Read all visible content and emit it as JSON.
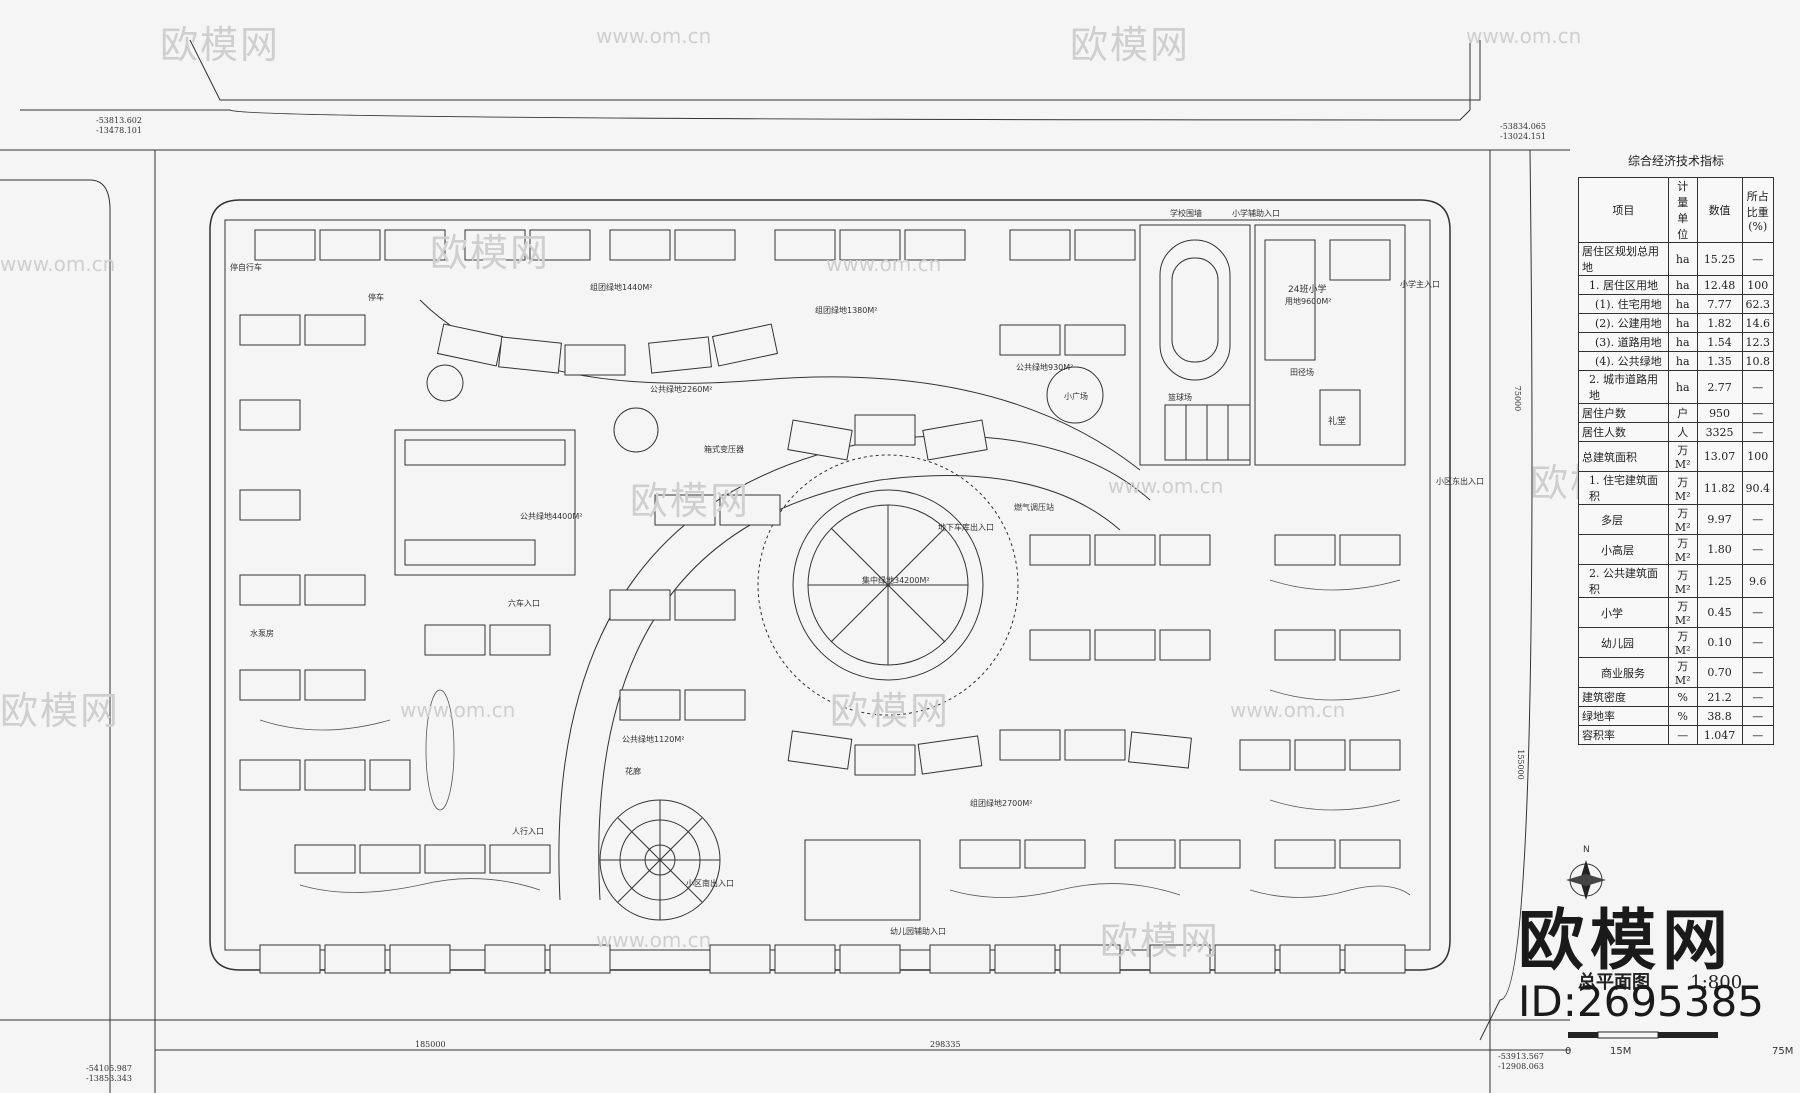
{
  "watermark": {
    "brand": "欧模网",
    "url": "www.om.cn"
  },
  "coordinates": {
    "top_left": [
      "-53813.602",
      "-13478.101"
    ],
    "top_right": [
      "-53834.065",
      "-13024.151"
    ],
    "bottom_left": [
      "-54105.987",
      "-13853.343"
    ],
    "bottom_right": [
      "-53913.567",
      "-12908.063"
    ]
  },
  "dimensions": {
    "bottom_left": "185000",
    "bottom_right": "298335",
    "right_side": "155000",
    "right_side_top": "75000"
  },
  "labels": {
    "school_runway": "学校围墙",
    "primary_school_entrance": "小学辅助入口",
    "primary_school": "24班小学",
    "primary_school_area": "用地9600M²",
    "auditorium": "礼堂",
    "sports_ground": "田径场",
    "basketball": "篮球场",
    "small_square": "小广场",
    "group_green_1": "组团绿地1440M²",
    "group_green_2": "组团绿地1380M²",
    "group_green_3": "组团绿地2700M²",
    "public_green_1": "公共绿地2260M²",
    "public_green_2": "公共绿地930M²",
    "public_green_3": "公共绿地1120M²",
    "public_green_4": "公共绿地4400M²",
    "central_green": "集中绿地34200M²",
    "underground_entrance": "地下车库出入口",
    "east_entrance": "小区东出入口",
    "south_entrance": "小区南出入口",
    "west_entrance": "六车入口",
    "pedestrian_entrance": "人行入口",
    "kindergarten_entrance": "幼儿园辅助入口",
    "parking": "停车",
    "bike_parking": "停自行车",
    "pump_room": "水泵房",
    "transformer": "箱式变压器",
    "gas": "燃气调压站",
    "corridor": "花廊",
    "primary_entrance": "小学主入口"
  },
  "indicator": {
    "title": "综合经济技术指标",
    "headers": [
      "项目",
      "计量单位",
      "数值",
      "所占比重(%)"
    ],
    "rows": [
      {
        "item": "居住区规划总用地",
        "unit": "ha",
        "value": "15.25",
        "pct": "—",
        "indent": 0
      },
      {
        "item": "1. 居住区用地",
        "unit": "ha",
        "value": "12.48",
        "pct": "100",
        "indent": 1
      },
      {
        "item": "(1). 住宅用地",
        "unit": "ha",
        "value": "7.77",
        "pct": "62.3",
        "indent": 2
      },
      {
        "item": "(2). 公建用地",
        "unit": "ha",
        "value": "1.82",
        "pct": "14.6",
        "indent": 2
      },
      {
        "item": "(3). 道路用地",
        "unit": "ha",
        "value": "1.54",
        "pct": "12.3",
        "indent": 2
      },
      {
        "item": "(4). 公共绿地",
        "unit": "ha",
        "value": "1.35",
        "pct": "10.8",
        "indent": 2
      },
      {
        "item": "2. 城市道路用地",
        "unit": "ha",
        "value": "2.77",
        "pct": "—",
        "indent": 1
      },
      {
        "item": "居住户数",
        "unit": "户",
        "value": "950",
        "pct": "—",
        "indent": 0
      },
      {
        "item": "居住人数",
        "unit": "人",
        "value": "3325",
        "pct": "—",
        "indent": 0
      },
      {
        "item": "总建筑面积",
        "unit": "万M²",
        "value": "13.07",
        "pct": "100",
        "indent": 0
      },
      {
        "item": "1. 住宅建筑面积",
        "unit": "万M²",
        "value": "11.82",
        "pct": "90.4",
        "indent": 1
      },
      {
        "item": "多层",
        "unit": "万M²",
        "value": "9.97",
        "pct": "—",
        "indent": 3
      },
      {
        "item": "小高层",
        "unit": "万M²",
        "value": "1.80",
        "pct": "—",
        "indent": 3
      },
      {
        "item": "2. 公共建筑面积",
        "unit": "万M²",
        "value": "1.25",
        "pct": "9.6",
        "indent": 1
      },
      {
        "item": "小学",
        "unit": "万M²",
        "value": "0.45",
        "pct": "—",
        "indent": 3
      },
      {
        "item": "幼儿园",
        "unit": "万M²",
        "value": "0.10",
        "pct": "—",
        "indent": 3
      },
      {
        "item": "商业服务",
        "unit": "万M²",
        "value": "0.70",
        "pct": "—",
        "indent": 3
      },
      {
        "item": "建筑密度",
        "unit": "%",
        "value": "21.2",
        "pct": "—",
        "indent": 0
      },
      {
        "item": "绿地率",
        "unit": "%",
        "value": "38.8",
        "pct": "—",
        "indent": 0
      },
      {
        "item": "容积率",
        "unit": "—",
        "value": "1.047",
        "pct": "—",
        "indent": 0
      }
    ]
  },
  "drawing": {
    "title": "总平面图",
    "scale": "1:800",
    "scale_bar": [
      "0",
      "15M",
      "75M"
    ],
    "north": "N"
  },
  "logo": {
    "name": "欧模网",
    "id": "ID:2695385"
  },
  "colors": {
    "line": "#333333",
    "paper": "#f5f5f5",
    "watermark": "#cfcfcf"
  }
}
